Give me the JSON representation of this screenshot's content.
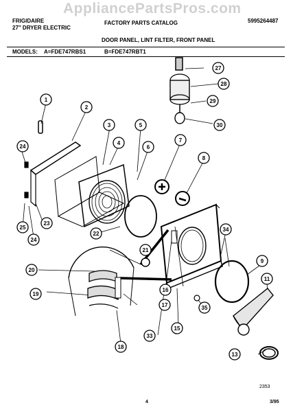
{
  "watermark": "AppliancePartsPros.com",
  "header": {
    "brand": "FRIGIDAIRE",
    "product": "27\" DRYER ELECTRIC",
    "catalog": "FACTORY PARTS CATALOG",
    "part_number": "5995264487",
    "section": "DOOR PANEL, LINT FILTER, FRONT PANEL",
    "models_label": "MODELS:",
    "model_a": "A=FDE747RBS1",
    "model_b": "B=FDE747RBT1"
  },
  "footer": {
    "diagram_number": "2353",
    "page_number": "4",
    "date": "3/95"
  },
  "callouts": [
    "1",
    "2",
    "3",
    "4",
    "5",
    "6",
    "7",
    "8",
    "9",
    "11",
    "13",
    "15",
    "16",
    "17",
    "18",
    "19",
    "20",
    "21",
    "22",
    "23",
    "24",
    "24",
    "25",
    "27",
    "28",
    "29",
    "30",
    "33",
    "34",
    "35"
  ]
}
